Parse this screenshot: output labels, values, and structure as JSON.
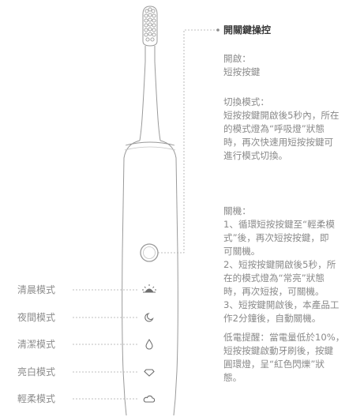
{
  "panel": {
    "title": "開關鍵操控",
    "power_on": {
      "heading": "開啟：",
      "lines": [
        "短按按鍵"
      ]
    },
    "switch_mode": {
      "heading": "切換模式：",
      "lines": [
        "短按按鍵開啟後5秒內，所在",
        "的模式燈為“呼吸燈”狀態",
        "時，再次快速用短按按鍵可",
        "進行模式切換。"
      ]
    },
    "power_off": {
      "heading": "關機：",
      "lines": [
        "1、循環短按按鍵至“輕柔模",
        "式”後，再次短按按鍵，即",
        "可關機。",
        "2、短按按鍵開啟後5秒，所",
        "在的模式燈為“常亮”狀態",
        "時，再次短按，可關機。",
        "3、短按鍵開啟後，本產品工",
        "作2分鐘後，自動關機。"
      ]
    },
    "low_battery": {
      "lines": [
        "低電提醒：當電量低於10%，",
        "短按按鍵啟動牙刷後，按鍵",
        "圓環燈，呈“紅色閃爍”狀",
        "態。"
      ]
    }
  },
  "modes": [
    {
      "label": "清晨模式",
      "icon": "sunrise-icon"
    },
    {
      "label": "夜間模式",
      "icon": "moon-icon"
    },
    {
      "label": "清潔模式",
      "icon": "water-drop-icon"
    },
    {
      "label": "亮白模式",
      "icon": "diamond-icon"
    },
    {
      "label": "輕柔模式",
      "icon": "cloud-icon"
    }
  ],
  "colors": {
    "outline": "#9a9a9a",
    "leader": "#aaaaaa",
    "title": "#3a3a3a",
    "body_text": "#8a8a8a"
  }
}
